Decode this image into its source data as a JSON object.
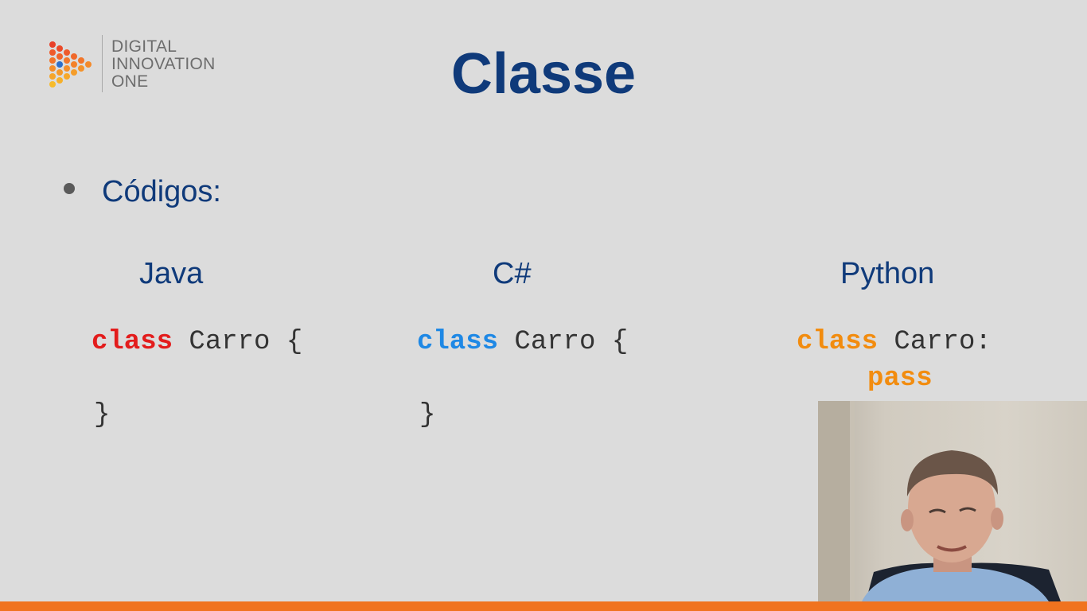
{
  "logo": {
    "line1": "DIGITAL",
    "line2": "INNOVATION",
    "line3": "ONE"
  },
  "slide": {
    "title": "Classe",
    "bullet": "Códigos:"
  },
  "columns": [
    {
      "language": "Java",
      "keyword": "class",
      "line1_rest": " Carro {",
      "line2": "}",
      "keyword_color": "#e31c1c"
    },
    {
      "language": "C#",
      "keyword": "class",
      "line1_rest": " Carro {",
      "line2": "}",
      "keyword_color": "#1e88e5"
    },
    {
      "language": "Python",
      "keyword": "class",
      "line1_rest": " Carro:",
      "line2": "pass",
      "keyword_color": "#f28c0f"
    }
  ],
  "colors": {
    "title": "#0f3a7a",
    "accent_bar": "#f0731f",
    "background": "#dcdcdc"
  },
  "webcam": {
    "icon": "presenter-video"
  }
}
